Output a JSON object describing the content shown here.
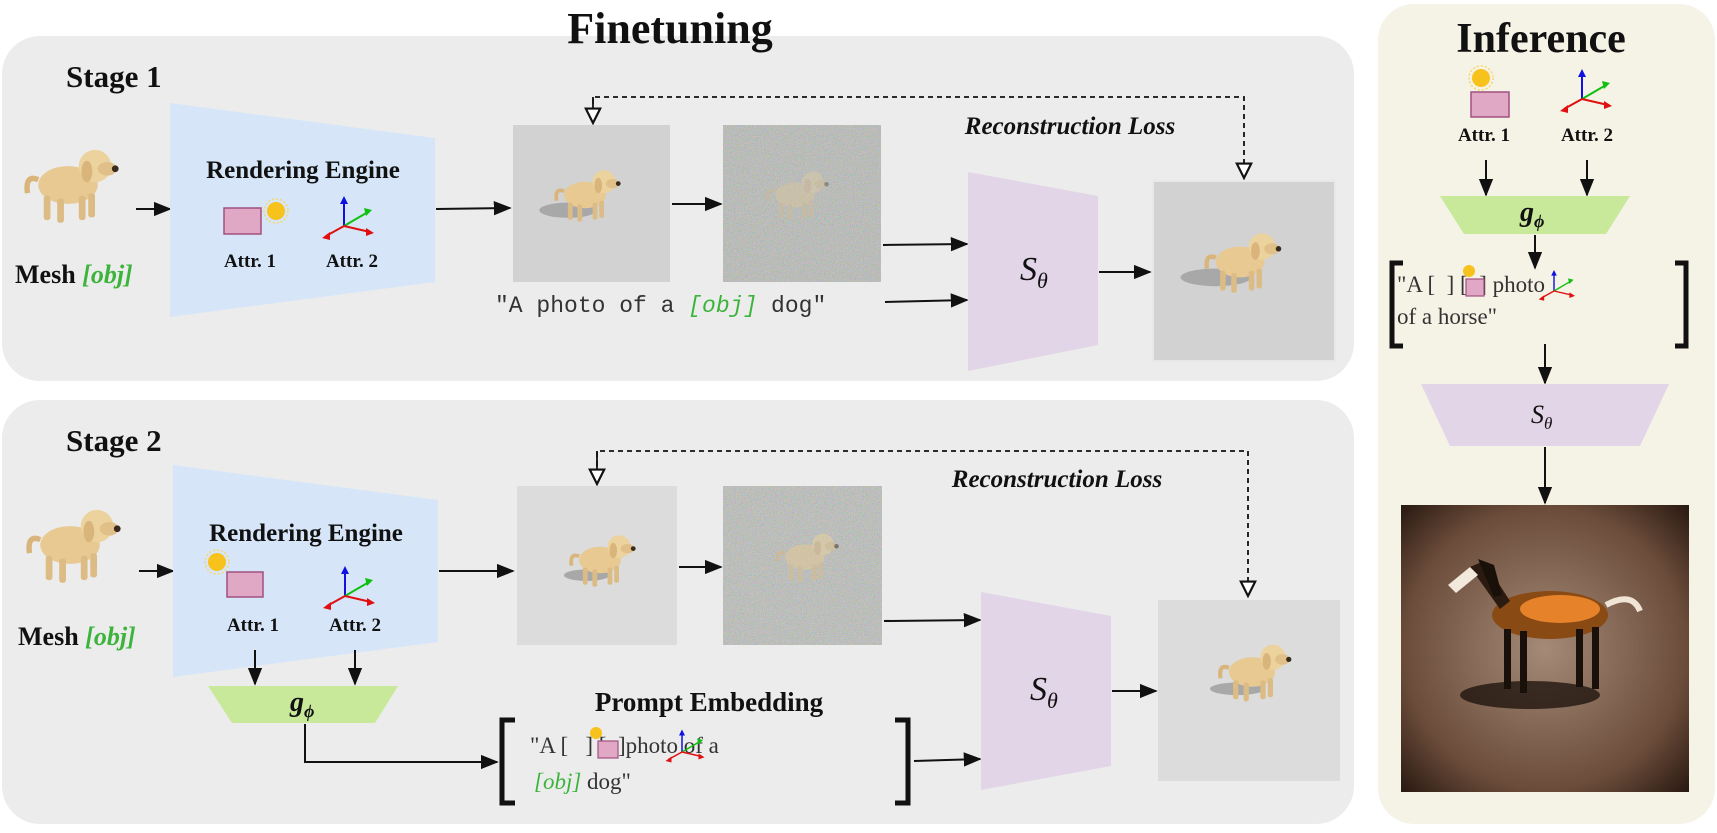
{
  "finetuning": {
    "title": "Finetuning",
    "stage1": {
      "label": "Stage 1",
      "mesh_label": "Mesh",
      "mesh_token": "[obj]",
      "engine_label": "Rendering Engine",
      "attr1": "Attr. 1",
      "attr2": "Attr. 2",
      "loss_label": "Reconstruction Loss",
      "prompt_prefix": "\"A photo of a ",
      "prompt_token": "[obj]",
      "prompt_suffix": " dog\"",
      "model_label": "S",
      "model_sub": "θ"
    },
    "stage2": {
      "label": "Stage 2",
      "mesh_label": "Mesh",
      "mesh_token": "[obj]",
      "engine_label": "Rendering Engine",
      "attr1": "Attr. 1",
      "attr2": "Attr. 2",
      "loss_label": "Reconstruction Loss",
      "g_label": "g",
      "g_sub": "ϕ",
      "embedding_label": "Prompt Embedding",
      "prompt_line1_a": "\"A [",
      "prompt_line1_b": "] [",
      "prompt_line1_c": "]photo of a",
      "prompt_token": "[obj]",
      "prompt_line2_suffix": " dog\"",
      "model_label": "S",
      "model_sub": "θ"
    }
  },
  "inference": {
    "title": "Inference",
    "attr1": "Attr. 1",
    "attr2": "Attr. 2",
    "g_label": "g",
    "g_sub": "ϕ",
    "prompt_line1_a": "\"A [",
    "prompt_line1_b": "] [",
    "prompt_line1_c": "] photo",
    "prompt_line2": "of a horse\"",
    "model_label": "S",
    "model_sub": "θ"
  },
  "colors": {
    "panel": "#ececec",
    "inference_panel": "#f5f2e6",
    "engine": "#d6e6f8",
    "model": "#e3d5e8",
    "g": "#c8e89a",
    "token": "#3cb43c",
    "attr_box": "#e0a8c4",
    "sun": "#f7c21c"
  }
}
